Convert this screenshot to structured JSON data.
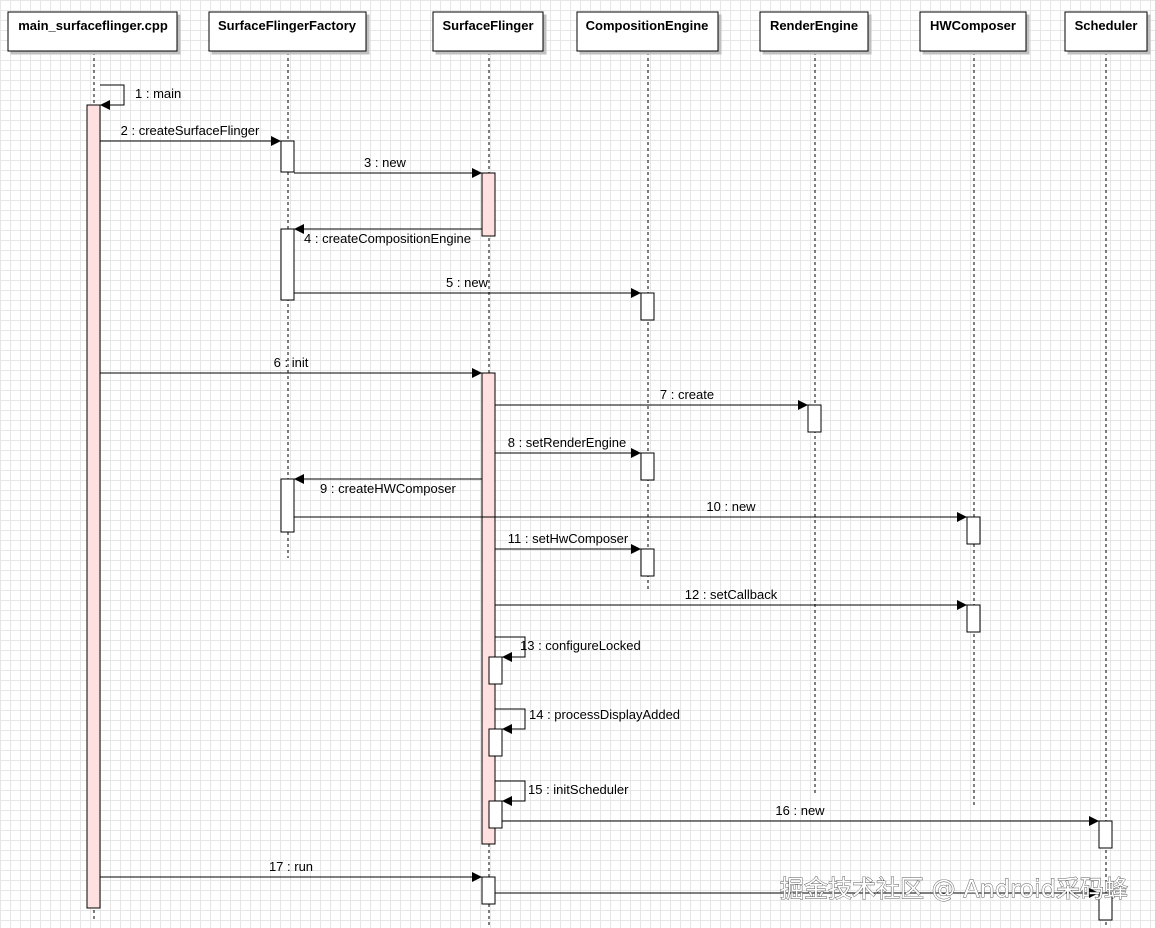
{
  "participants": [
    {
      "id": "main",
      "label": "main_surfaceflinger.cpp"
    },
    {
      "id": "factory",
      "label": "SurfaceFlingerFactory"
    },
    {
      "id": "sf",
      "label": "SurfaceFlinger"
    },
    {
      "id": "ce",
      "label": "CompositionEngine"
    },
    {
      "id": "re",
      "label": "RenderEngine"
    },
    {
      "id": "hwc",
      "label": "HWComposer"
    },
    {
      "id": "sched",
      "label": "Scheduler"
    }
  ],
  "messages": [
    {
      "label": "1 : main"
    },
    {
      "label": "2 : createSurfaceFlinger"
    },
    {
      "label": "3 : new"
    },
    {
      "label": "4 : createCompositionEngine"
    },
    {
      "label": "5 : new"
    },
    {
      "label": "6 : init"
    },
    {
      "label": "7 : create"
    },
    {
      "label": "8 : setRenderEngine"
    },
    {
      "label": "9 : createHWComposer"
    },
    {
      "label": "10 : new"
    },
    {
      "label": "11 : setHwComposer"
    },
    {
      "label": "12 : setCallback"
    },
    {
      "label": "13 : configureLocked"
    },
    {
      "label": "14 : processDisplayAdded"
    },
    {
      "label": "15 : initScheduler"
    },
    {
      "label": "16 : new"
    },
    {
      "label": "17 : run"
    }
  ],
  "watermark": "掘金技术社区 @ Android采码蜂",
  "colors": {
    "activation_highlight": "#ffe0e0",
    "line": "#000000",
    "grid": "#e6e6e6"
  }
}
